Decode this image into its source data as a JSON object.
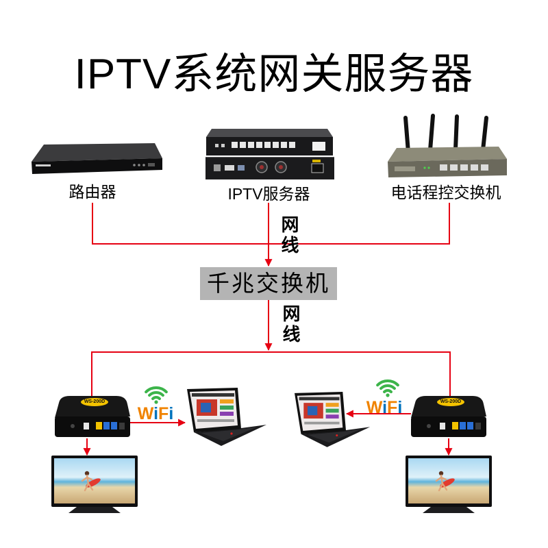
{
  "title": "IPTV系统网关服务器",
  "nodes": {
    "router": {
      "label": "路由器"
    },
    "iptv_server": {
      "label": "IPTV服务器"
    },
    "pbx": {
      "label": "电话程控交换机"
    },
    "switch": {
      "label": "千兆交换机"
    },
    "stb_left": {
      "model": "WS-200D"
    },
    "stb_right": {
      "model": "WS-200D"
    }
  },
  "edges": {
    "upper_cable": {
      "label": "网线"
    },
    "lower_cable": {
      "label": "网线"
    }
  },
  "wifi": {
    "left_label": "WiFi",
    "right_label": "WiFi"
  },
  "colors": {
    "connector": "#e60012",
    "switch_fill": "#b4b4b4",
    "wifi_arcs": "#3cb44a",
    "model_badge": "#f4c300",
    "wifi_letters": [
      "#f08300",
      "#0072bc",
      "#f08300",
      "#0072bc"
    ]
  }
}
